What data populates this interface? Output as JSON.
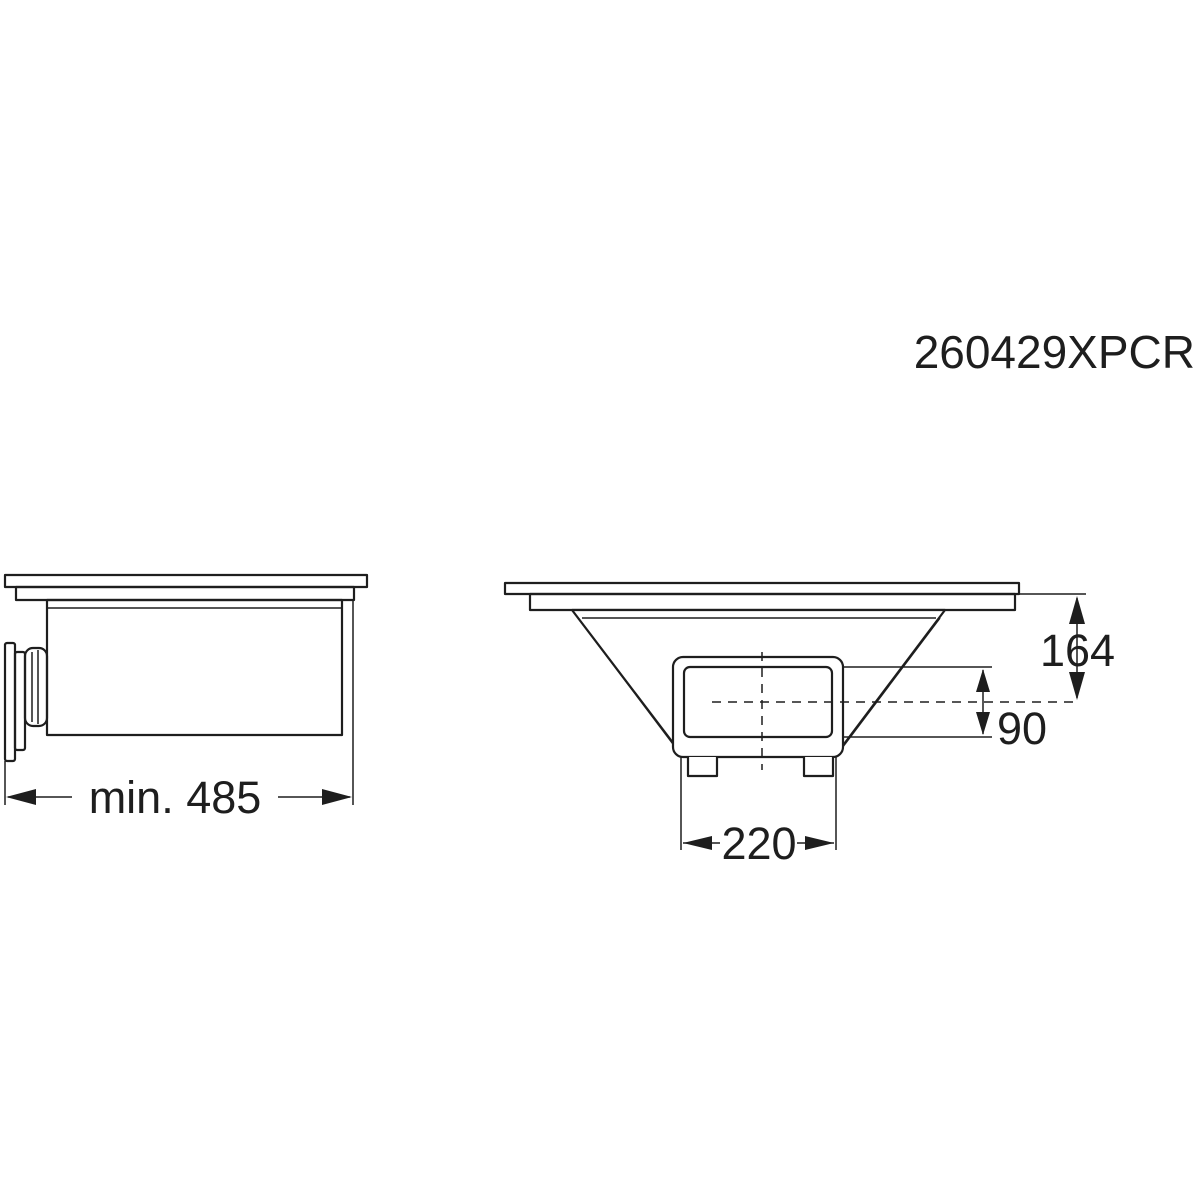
{
  "drawing_code": "260429XPCR",
  "side_view": {
    "depth_label": "min. 485"
  },
  "front_view": {
    "height_label": "164",
    "duct_height_label": "90",
    "duct_width_label": "220"
  },
  "colors": {
    "line": "#1e1e1e",
    "background": "#ffffff"
  }
}
